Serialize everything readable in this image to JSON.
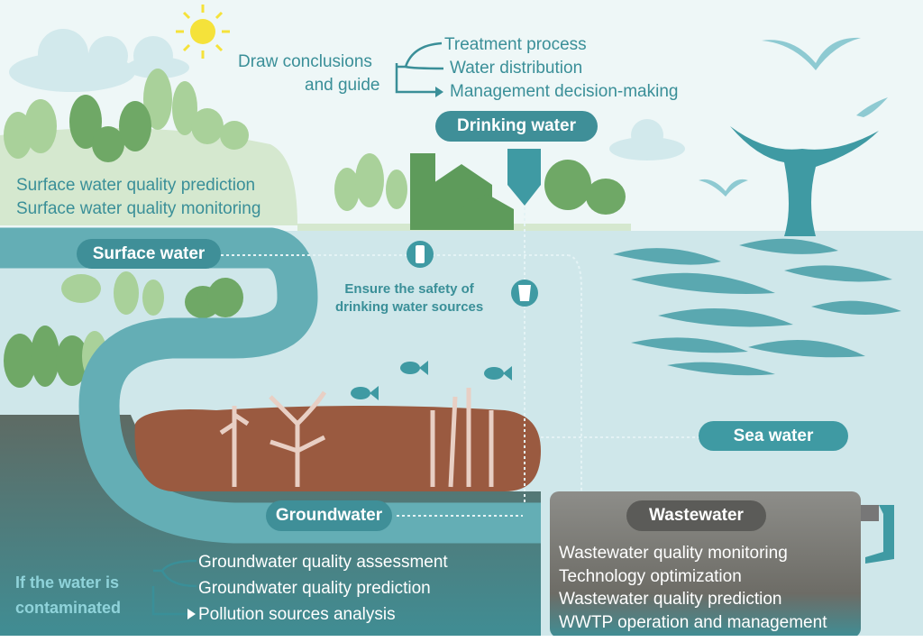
{
  "top": {
    "conclusion_label_1": "Draw conclusions",
    "conclusion_label_2": "and guide",
    "items": [
      "Treatment process",
      "Water distribution",
      "Management decision-making"
    ]
  },
  "drinking_water": {
    "label": "Drinking water"
  },
  "surface": {
    "label": "Surface water",
    "tasks": [
      "Surface water quality prediction",
      "Surface water quality monitoring"
    ]
  },
  "safety": {
    "line1": "Ensure the safety of",
    "line2": "drinking water sources"
  },
  "sea": {
    "label": "Sea water"
  },
  "groundwater": {
    "label": "Groundwater",
    "condition_1": "If the water is",
    "condition_2": "contaminated",
    "items": [
      "Groundwater quality assessment",
      "Groundwater quality prediction",
      "Pollution sources analysis"
    ]
  },
  "wastewater": {
    "label": "Wastewater",
    "items": [
      "Wastewater quality monitoring",
      "Technology optimization",
      "Wastewater quality prediction",
      "WWTP operation and management"
    ]
  },
  "colors": {
    "teal": "#3f9aa3",
    "sky": "#eef7f7",
    "soil": "#9a5a40",
    "grass": "#cfe5c6",
    "wastewater_gray": "#6f6f6b"
  }
}
